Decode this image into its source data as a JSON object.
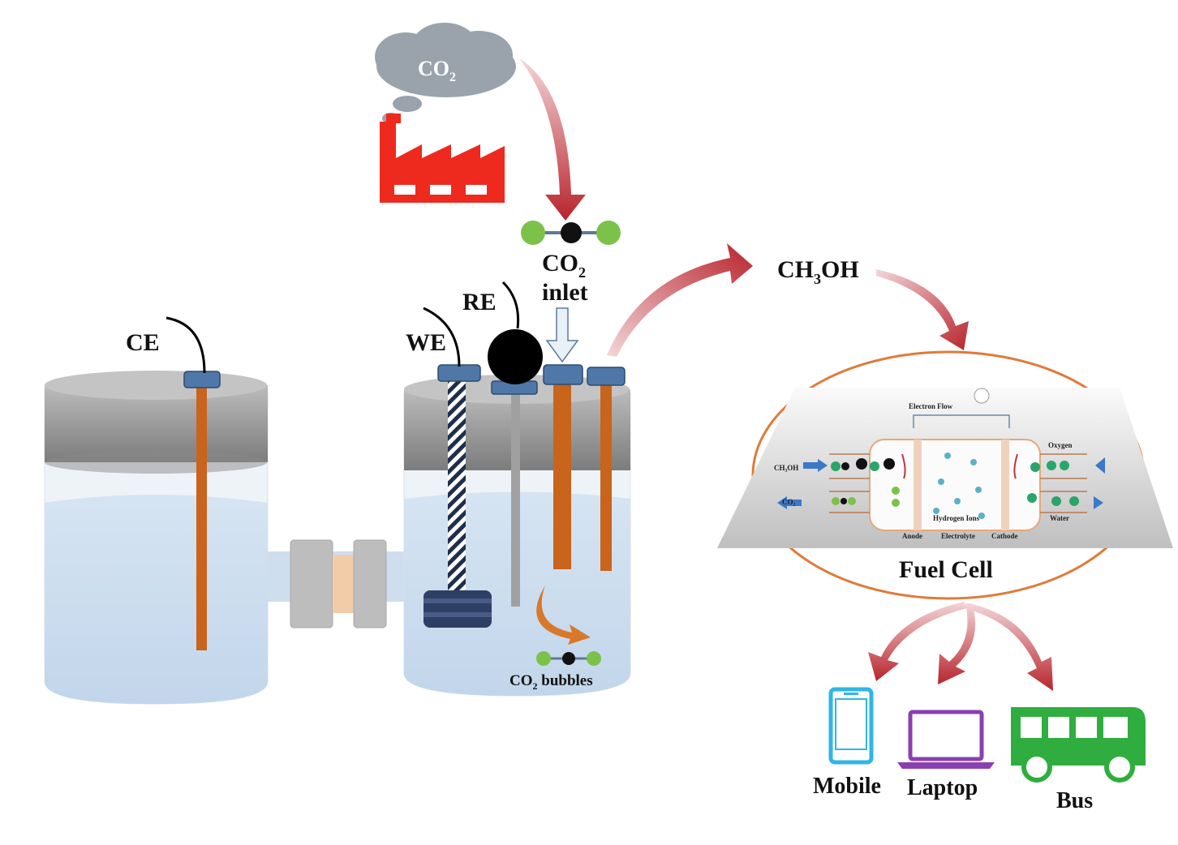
{
  "labels": {
    "ce": "CE",
    "we": "WE",
    "re": "RE",
    "co2_cloud": "CO",
    "co2_cloud_sub": "2",
    "co2_inlet_line1": "CO",
    "co2_inlet_sub": "2",
    "co2_inlet_line2": "inlet",
    "methanol": "CH",
    "methanol_sub": "3",
    "methanol_tail": "OH",
    "bubbles": "CO",
    "bubbles_sub": "2",
    "bubbles_tail": " bubbles",
    "fuel_cell": "Fuel Cell"
  },
  "fuel_cell_diagram": {
    "electron_flow": "Electron Flow",
    "ch3oh": "CH₃OH",
    "co2": "CO₂",
    "oxygen": "Oxygen",
    "water": "Water",
    "hydrogen_ions": "Hydrogen Ions",
    "anode": "Anode",
    "electrolyte": "Electrolyte",
    "cathode": "Cathode"
  },
  "devices": {
    "mobile": "Mobile",
    "laptop": "Laptop",
    "bus": "Bus"
  },
  "colors": {
    "factory": "#ee2a1e",
    "cloud": "#9aa3ab",
    "arrow": "#c0343c",
    "electrode": "#c8641c",
    "cap": "#4f78a8",
    "liquid": "#c9dbee",
    "lid": "#8f8f8f",
    "ellipse": "#e07a3a",
    "mobile": "#2fb6e6",
    "laptop": "#8a3fb0",
    "bus": "#2fae3f",
    "molecule_o": "#7cc24a",
    "molecule_c": "#111111"
  }
}
